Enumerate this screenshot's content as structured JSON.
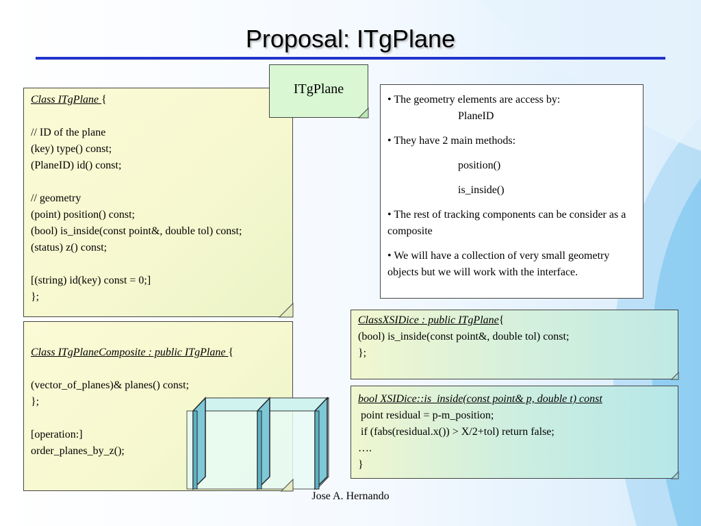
{
  "slide": {
    "title": "Proposal: ITgPlane",
    "footer": "Jose A. Hernando"
  },
  "itgplane_tag": "ITgPlane",
  "class_note": {
    "header_name": "Class ITgPlane ",
    "header_brace": "{",
    "lines": [
      "",
      "// ID of the plane",
      "(key) type() const;",
      "(PlaneID) id() const;",
      "",
      "// geometry",
      "(point) position() const;",
      "(bool) is_inside(const point&, double tol) const;",
      "(status) z() const;",
      "",
      "[(string) id(key) const = 0;]",
      "};"
    ]
  },
  "composite_note": {
    "header_name": "Class ITgPlaneComposite : public ITgPlane ",
    "header_brace": "{",
    "lines": [
      "",
      "(vector_of_planes)& planes() const;",
      "};",
      "",
      "[operation:]",
      "order_planes_by_z();"
    ]
  },
  "info_box": {
    "b1": "• The geometry elements are access by:",
    "b1_sub": "PlaneID",
    "b2": "• They have 2 main methods:",
    "b2_sub1": "position()",
    "b2_sub2": "is_inside()",
    "b3": "• The rest of tracking components can be consider as a composite",
    "b4": "• We will have a collection of very small geometry objects but we will work with the interface."
  },
  "dice_note": {
    "header_name": "ClassXSIDice : public ITgPlane",
    "header_brace": "{",
    "lines": [
      "(bool) is_inside(const point&, double tol) const;",
      "};"
    ]
  },
  "inside_note": {
    "header": "bool XSIDice::is_inside(const point& p, double t) const",
    "lines": [
      " point residual = p-m_position;",
      " if (fabs(residual.x()) > X/2+tol) return false;",
      "….",
      "}"
    ]
  },
  "colors": {
    "title_rule": "#2233cc",
    "plane_fill": "#7ec8d8",
    "yellow_note": "#fbfbd6",
    "green_note": "#d8f7d2",
    "info_bg": "#ffffff"
  }
}
